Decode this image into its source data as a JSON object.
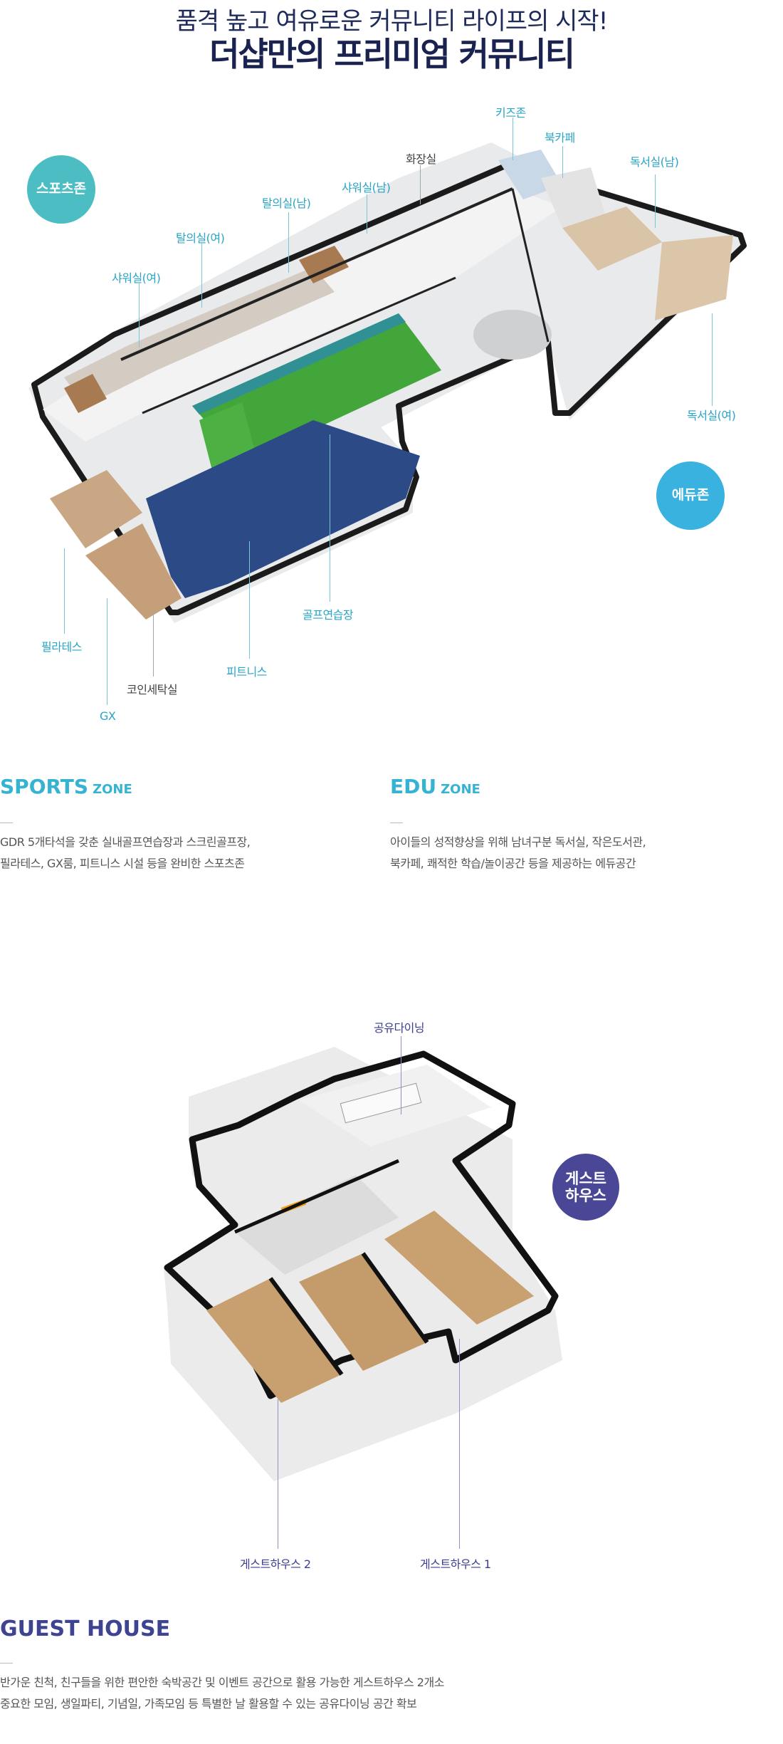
{
  "header": {
    "subtitle": "품격 높고 여유로운 커뮤니티 라이프의 시작!",
    "title": "더샵만의 프리미엄 커뮤니티"
  },
  "community_map": {
    "badges": {
      "sports": "스포츠존",
      "edu": "에듀존"
    },
    "labels": {
      "kids_zone": "키즈존",
      "book_cafe": "북카페",
      "restroom": "화장실",
      "study_room_male": "독서실(남)",
      "shower_male": "샤워실(남)",
      "changing_male": "탈의실(남)",
      "changing_female": "탈의실(여)",
      "shower_female": "샤워실(여)",
      "study_room_female": "독서실(여)",
      "golf_practice": "골프연습장",
      "pilates": "필라테스",
      "fitness": "피트니스",
      "coin_laundry": "코인세탁실",
      "gx": "GX"
    }
  },
  "zones": {
    "sports": {
      "title": "SPORTS",
      "title_small": "ZONE",
      "line1": "GDR 5개타석을 갖춘 실내골프연습장과 스크린골프장,",
      "line2": "필라테스, GX룸, 피트니스 시설 등을 완비한 스포츠존"
    },
    "edu": {
      "title": "EDU",
      "title_small": "ZONE",
      "line1": "아이들의 성적향상을 위해 남녀구분 독서실, 작은도서관,",
      "line2": "북카페, 쾌적한 학습/놀이공간 등을 제공하는 에듀공간"
    }
  },
  "guest_map": {
    "badge": "게스트\n하우스",
    "labels": {
      "shared_dining": "공유다이닝",
      "guest_house_2": "게스트하우스 2",
      "guest_house_1": "게스트하우스 1"
    }
  },
  "guest_house": {
    "title": "GUEST HOUSE",
    "line1": "반가운 친척, 친구들을 위한 편안한 숙박공간 및 이벤트 공간으로 활용 가능한 게스트하우스 2개소",
    "line2": "중요한 모임, 생일파티, 기념일, 가족모임 등 특별한 날 활용할 수 있는 공유다이닝 공간 확보"
  },
  "colors": {
    "navy": "#1a2350",
    "cyan": "#2aa5c6",
    "teal_badge": "#4bbdc3",
    "blue_badge": "#3ab2e0",
    "purple": "#4a4896"
  }
}
